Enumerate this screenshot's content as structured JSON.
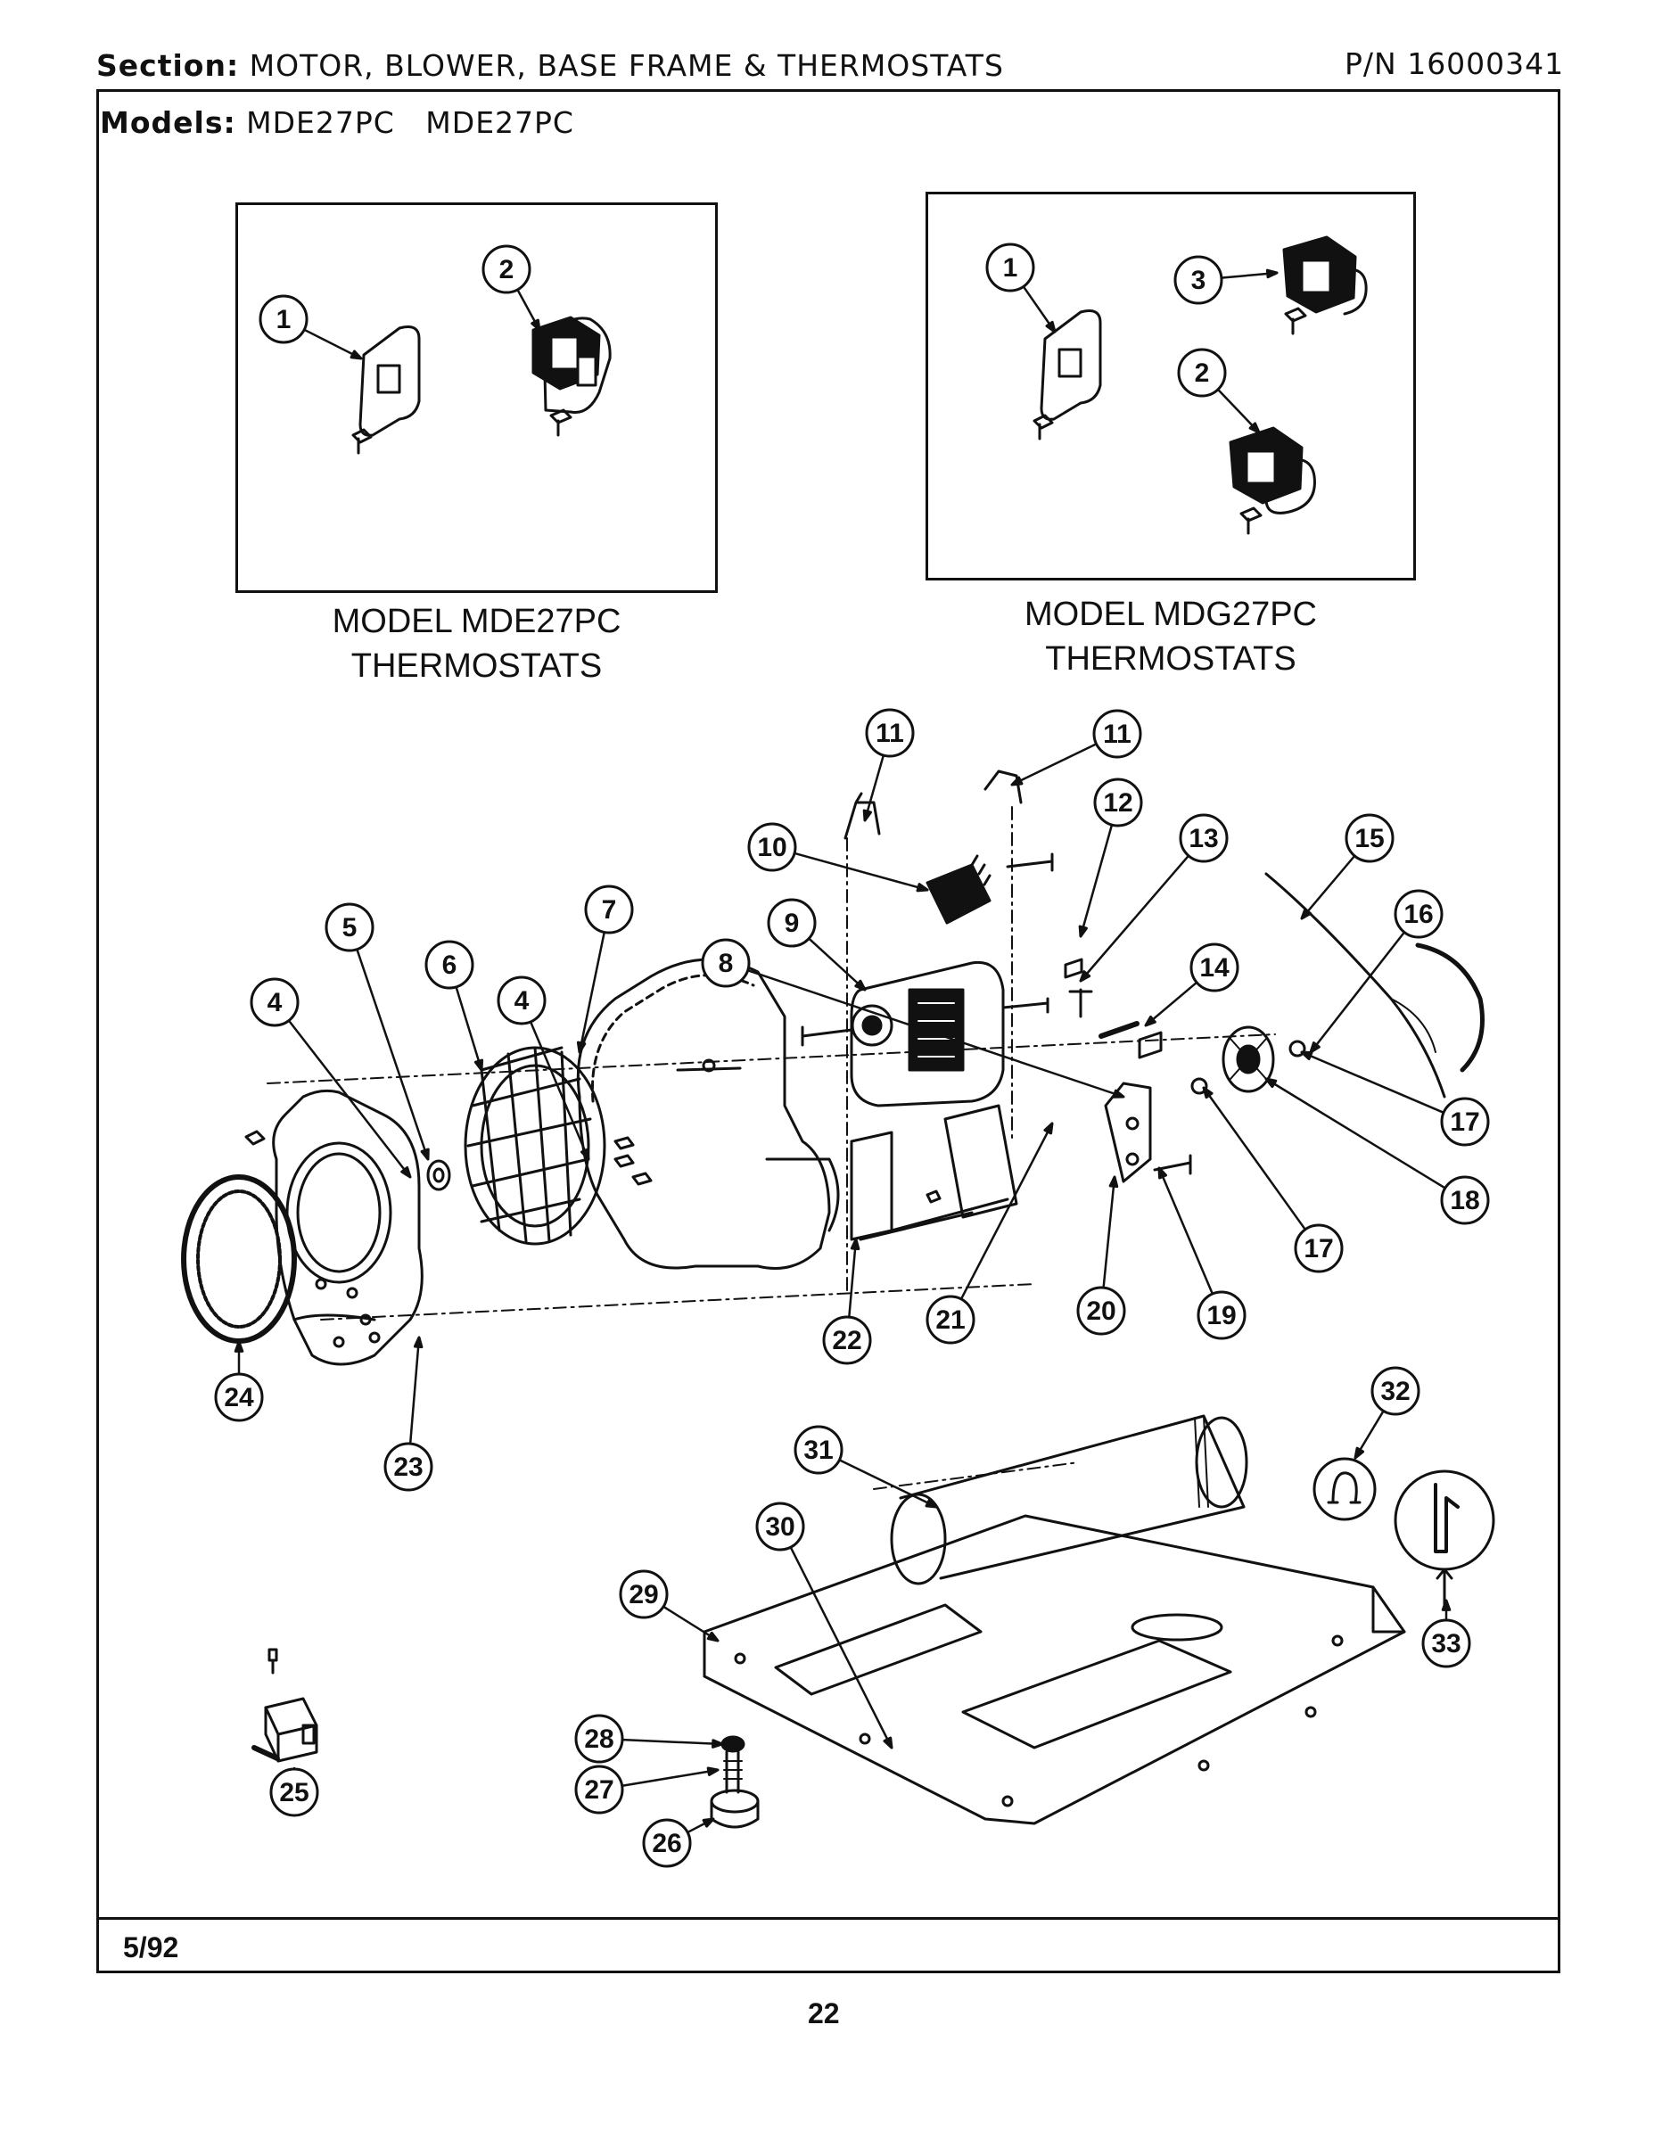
{
  "header": {
    "section_label": "Section:",
    "section_value": "MOTOR, BLOWER, BASE FRAME & THERMOSTATS",
    "part_number": "P/N 16000341",
    "models_label": "Models:",
    "models_value": "MDE27PC   MDE27PC"
  },
  "insets": {
    "left_caption_line1": "MODEL MDE27PC",
    "left_caption_line2": "THERMOSTATS",
    "right_caption_line1": "MODEL MDG27PC",
    "right_caption_line2": "THERMOSTATS"
  },
  "footer": {
    "date": "5/92",
    "page_number": "22"
  },
  "callouts": [
    "1",
    "2",
    "1",
    "3",
    "2",
    "11",
    "11",
    "10",
    "12",
    "13",
    "15",
    "16",
    "5",
    "7",
    "9",
    "8",
    "14",
    "6",
    "4",
    "4",
    "17",
    "18",
    "17",
    "24",
    "22",
    "21",
    "20",
    "19",
    "23",
    "32",
    "31",
    "30",
    "29",
    "33",
    "28",
    "27",
    "26",
    "25"
  ]
}
